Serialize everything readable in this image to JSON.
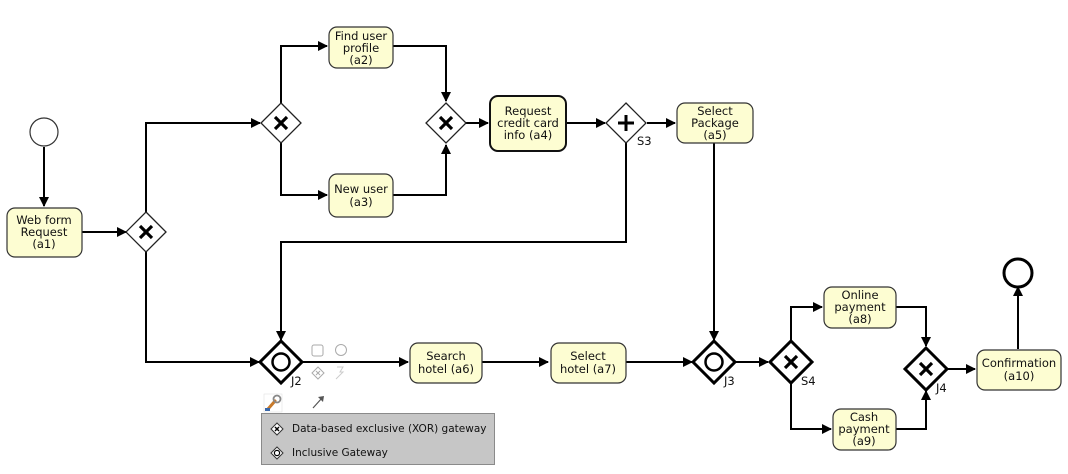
{
  "diagram": {
    "tasks": [
      {
        "id": "a1",
        "lines": [
          "Web form",
          "Request",
          "(a1)"
        ]
      },
      {
        "id": "a2",
        "lines": [
          "Find user",
          "profile",
          "(a2)"
        ]
      },
      {
        "id": "a3",
        "lines": [
          "New user",
          "(a3)"
        ]
      },
      {
        "id": "a4",
        "lines": [
          "Request",
          "credit card",
          "info (a4)"
        ]
      },
      {
        "id": "a5",
        "lines": [
          "Select",
          "Package",
          "(a5)"
        ]
      },
      {
        "id": "a6",
        "lines": [
          "Search",
          "hotel (a6)"
        ]
      },
      {
        "id": "a7",
        "lines": [
          "Select",
          "hotel (a7)"
        ]
      },
      {
        "id": "a8",
        "lines": [
          "Online",
          "payment",
          "(a8)"
        ]
      },
      {
        "id": "a9",
        "lines": [
          "Cash",
          "payment",
          "(a9)"
        ]
      },
      {
        "id": "a10",
        "lines": [
          "Confirmation",
          "(a10)"
        ]
      }
    ],
    "gateway_labels": {
      "S3": "S3",
      "J2": "J2",
      "J3": "J3",
      "S4": "S4",
      "J4": "J4"
    }
  },
  "context_menu": {
    "items": [
      {
        "label": "Data-based exclusive (XOR) gateway",
        "icon": "xor-gateway-icon"
      },
      {
        "label": "Inclusive Gateway",
        "icon": "inclusive-gateway-icon"
      }
    ]
  },
  "colors": {
    "task_fill": "#fdfdd2",
    "menu_bg": "#c6c6c6"
  }
}
